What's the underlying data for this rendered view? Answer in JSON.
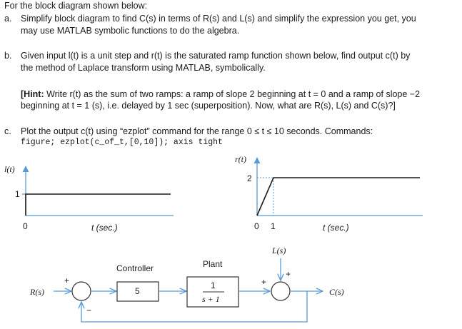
{
  "intro": "For the block diagram shown below:",
  "q_a": {
    "marker": "a.",
    "line1": "Simplify block diagram to find C(s) in terms of R(s) and L(s) and simplify the expression you get, you",
    "line2": "may use MATLAB symbolic functions to do the algebra."
  },
  "q_b": {
    "marker": "b.",
    "line1": "Given input l(t) is a unit step and r(t) is the saturated ramp function shown below, find output c(t) by",
    "line2": "the method of Laplace transform using MATLAB, symbolically."
  },
  "hint": {
    "bold": "[Hint:",
    "line1": " Write r(t) as the sum of two ramps: a ramp of slope 2 beginning at t = 0 and a ramp of slope −2",
    "line2": "beginning at t = 1 (s), i.e. delayed by 1 sec (superposition). Now, what are R(s), L(s) and C(s)?]"
  },
  "q_c": {
    "marker": "c.",
    "line1": "Plot the output c(t) using “ezplot” command for the range 0 ≤ t ≤ 10 seconds. Commands:",
    "line2": "figure; ezplot(c_of_t,[0,10]); axis tight"
  },
  "plot_l": {
    "ylabel": "l(t)",
    "ytick": "1",
    "xtick": "0",
    "xlabel": "t (sec.)",
    "level": 1
  },
  "plot_r": {
    "ylabel": "r(t)",
    "ytick": "2",
    "xticks": [
      "0",
      "1"
    ],
    "xlabel": "t (sec.)",
    "saturation_value": 2,
    "ramp_end_time": 1
  },
  "diagram": {
    "input_R": "R(s)",
    "input_L": "L(s)",
    "output_C": "C(s)",
    "sum1_plus": "+",
    "sum1_minus": "−",
    "sum2_plus_left": "+",
    "sum2_plus_top": "+",
    "controller_label": "Controller",
    "controller_gain": "5",
    "plant_label": "Plant",
    "plant_num": "1",
    "plant_den": "s + 1"
  },
  "colors": {
    "axis": "#5b9bd5",
    "arrow": "#5b9bd5",
    "trace": "#1a1a1a",
    "dashed": "#5b9bd5"
  }
}
